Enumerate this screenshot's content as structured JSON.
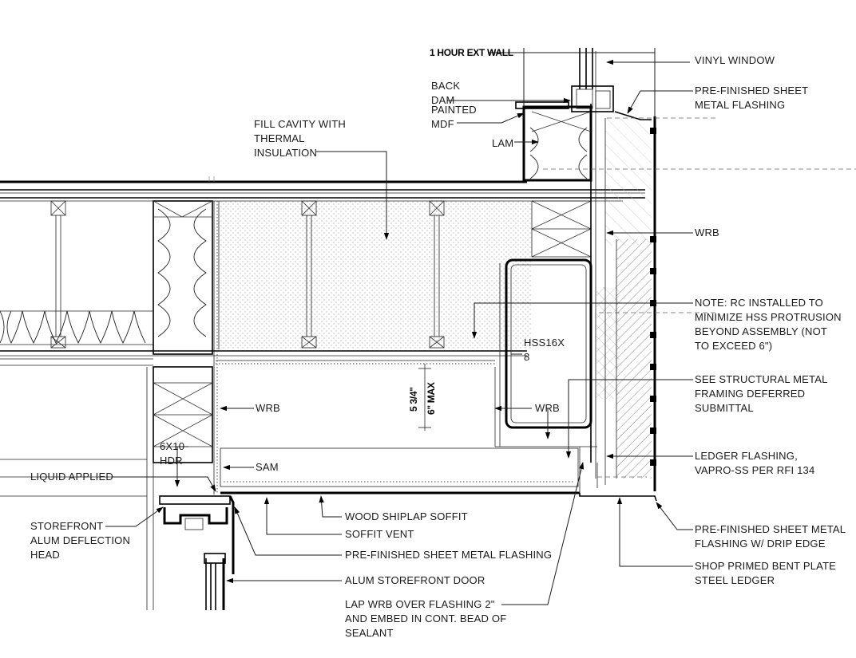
{
  "labels": {
    "exterior_wall": "1 HOUR EXT WALL",
    "vinyl_window": "VINYL WINDOW",
    "back_dam_1": "BACK",
    "back_dam_2": "DAM",
    "painted_mdf_1": "PAINTED",
    "painted_mdf_2": "MDF",
    "prefinished_flashing_1": "PRE-FINISHED SHEET",
    "prefinished_flashing_2": "METAL FLASHING",
    "fill_cavity_1": "FILL CAVITY WITH",
    "fill_cavity_2": "THERMAL",
    "fill_cavity_3": "INSULATION",
    "lam": "LAM",
    "wrb_right": "WRB",
    "note_rc_1": "NOTE: RC INSTALLED TO",
    "note_rc_2": "MINIMIZE HSS PROTRUSION",
    "note_rc_3": "BEYOND ASSEMBLY (NOT",
    "note_rc_4": "TO EXCEED 6\")",
    "hss_1": "HSS16X",
    "hss_2": "8",
    "see_structural_1": "SEE STRUCTURAL METAL",
    "see_structural_2": "FRAMING DEFERRED",
    "see_structural_3": "SUBMITTAL",
    "dim_1": "5 3/4\"",
    "dim_2": "6\" MAX",
    "wrb_left": "WRB",
    "wrb_center": "WRB",
    "header_1": "6X10",
    "header_2": "HDR",
    "sam": "SAM",
    "liquid_applied": "LIQUID APPLIED",
    "ledger_flashing_1": "LEDGER FLASHING,",
    "ledger_flashing_2": "VAPRO-SS PER RFI 134",
    "storefront_head_1": "STOREFRONT",
    "storefront_head_2": "ALUM DEFLECTION",
    "storefront_head_3": "HEAD",
    "wood_shiplap": "WOOD SHIPLAP SOFFIT",
    "soffit_vent": "SOFFIT VENT",
    "prefinished_flashing_bottom": "PRE-FINISHED SHEET METAL FLASHING",
    "storefront_door": "ALUM STOREFRONT DOOR",
    "lap_wrb_1": "LAP WRB OVER FLASHING 2\"",
    "lap_wrb_2": "AND EMBED IN CONT. BEAD OF",
    "lap_wrb_3": "SEALANT",
    "drip_edge_1": "PRE-FINISHED SHEET METAL",
    "drip_edge_2": "FLASHING W/ DRIP EDGE",
    "steel_ledger_1": "SHOP PRIMED BENT PLATE",
    "steel_ledger_2": "STEEL LEDGER"
  }
}
